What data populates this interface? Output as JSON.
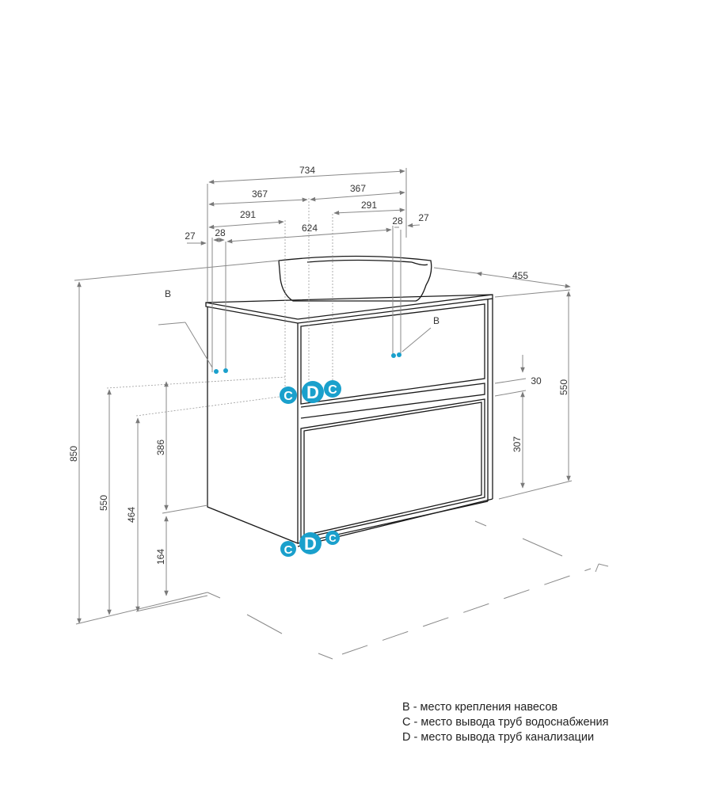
{
  "diagram": {
    "dimensions": {
      "total_width": "734",
      "half_left": "367",
      "half_right": "367",
      "hole_left": "291",
      "hole_right": "291",
      "mount_spacing": "624",
      "edge_left": "27",
      "edge_right": "27",
      "mount_left": "28",
      "mount_right": "28",
      "depth": "455",
      "body_height": "550",
      "total_height": "850",
      "water_height": "550",
      "drain_height": "464",
      "upper_pipe": "386",
      "lower_pipe": "164",
      "gap": "30",
      "drawer_height": "307"
    },
    "markers": {
      "mount_left": "B",
      "mount_right": "B",
      "water": "C",
      "drain": "D"
    },
    "accent_color": "#1aa0cc"
  },
  "legend": {
    "b": "B - место крепления навесов",
    "c": "C - место вывода труб водоснабжения",
    "d": "D - место вывода труб канализации"
  }
}
